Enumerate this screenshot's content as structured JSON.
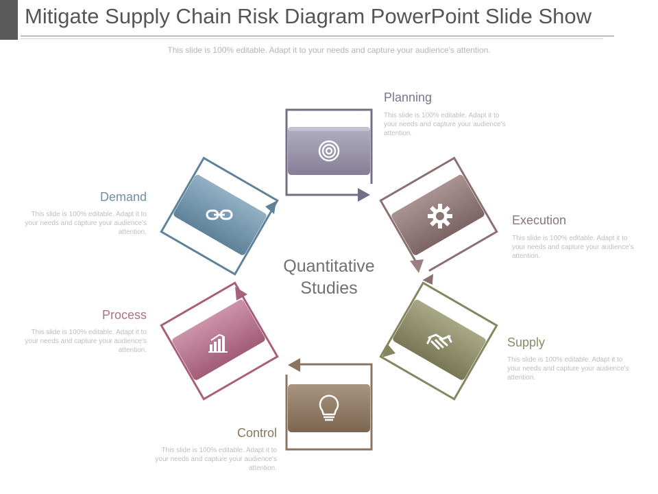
{
  "slide": {
    "title": "Mitigate Supply Chain Risk Diagram PowerPoint Slide Show",
    "subtitle": "This slide is 100% editable. Adapt it to your needs and capture your audience's attention."
  },
  "center": {
    "line1": "Quantitative",
    "line2": "Studies"
  },
  "steps": [
    {
      "label": "Planning",
      "color": "#8e8aa0",
      "icon": "target-icon",
      "text": "This slide is 100% editable. Adapt it to your needs and capture your audience's attention."
    },
    {
      "label": "Execution",
      "color": "#8a7474",
      "icon": "gear-icon",
      "text": "This slide is 100% editable. Adapt it to your needs and capture your audience's attention."
    },
    {
      "label": "Supply",
      "color": "#8a8a66",
      "icon": "handshake-icon",
      "text": "This slide is 100% editable. Adapt it to your needs and capture your audience's attention."
    },
    {
      "label": "Control",
      "color": "#8a7460",
      "icon": "lightbulb-icon",
      "text": "This slide is 100% editable. Adapt it to your needs and capture your audience's attention."
    },
    {
      "label": "Process",
      "color": "#b06e86",
      "icon": "bar-chart-icon",
      "text": "This slide is 100% editable. Adapt it to your needs and capture your audience's attention."
    },
    {
      "label": "Demand",
      "color": "#6e90a8",
      "icon": "chain-link-icon",
      "text": "This slide is 100% editable. Adapt it to your needs and capture your audience's attention."
    }
  ]
}
